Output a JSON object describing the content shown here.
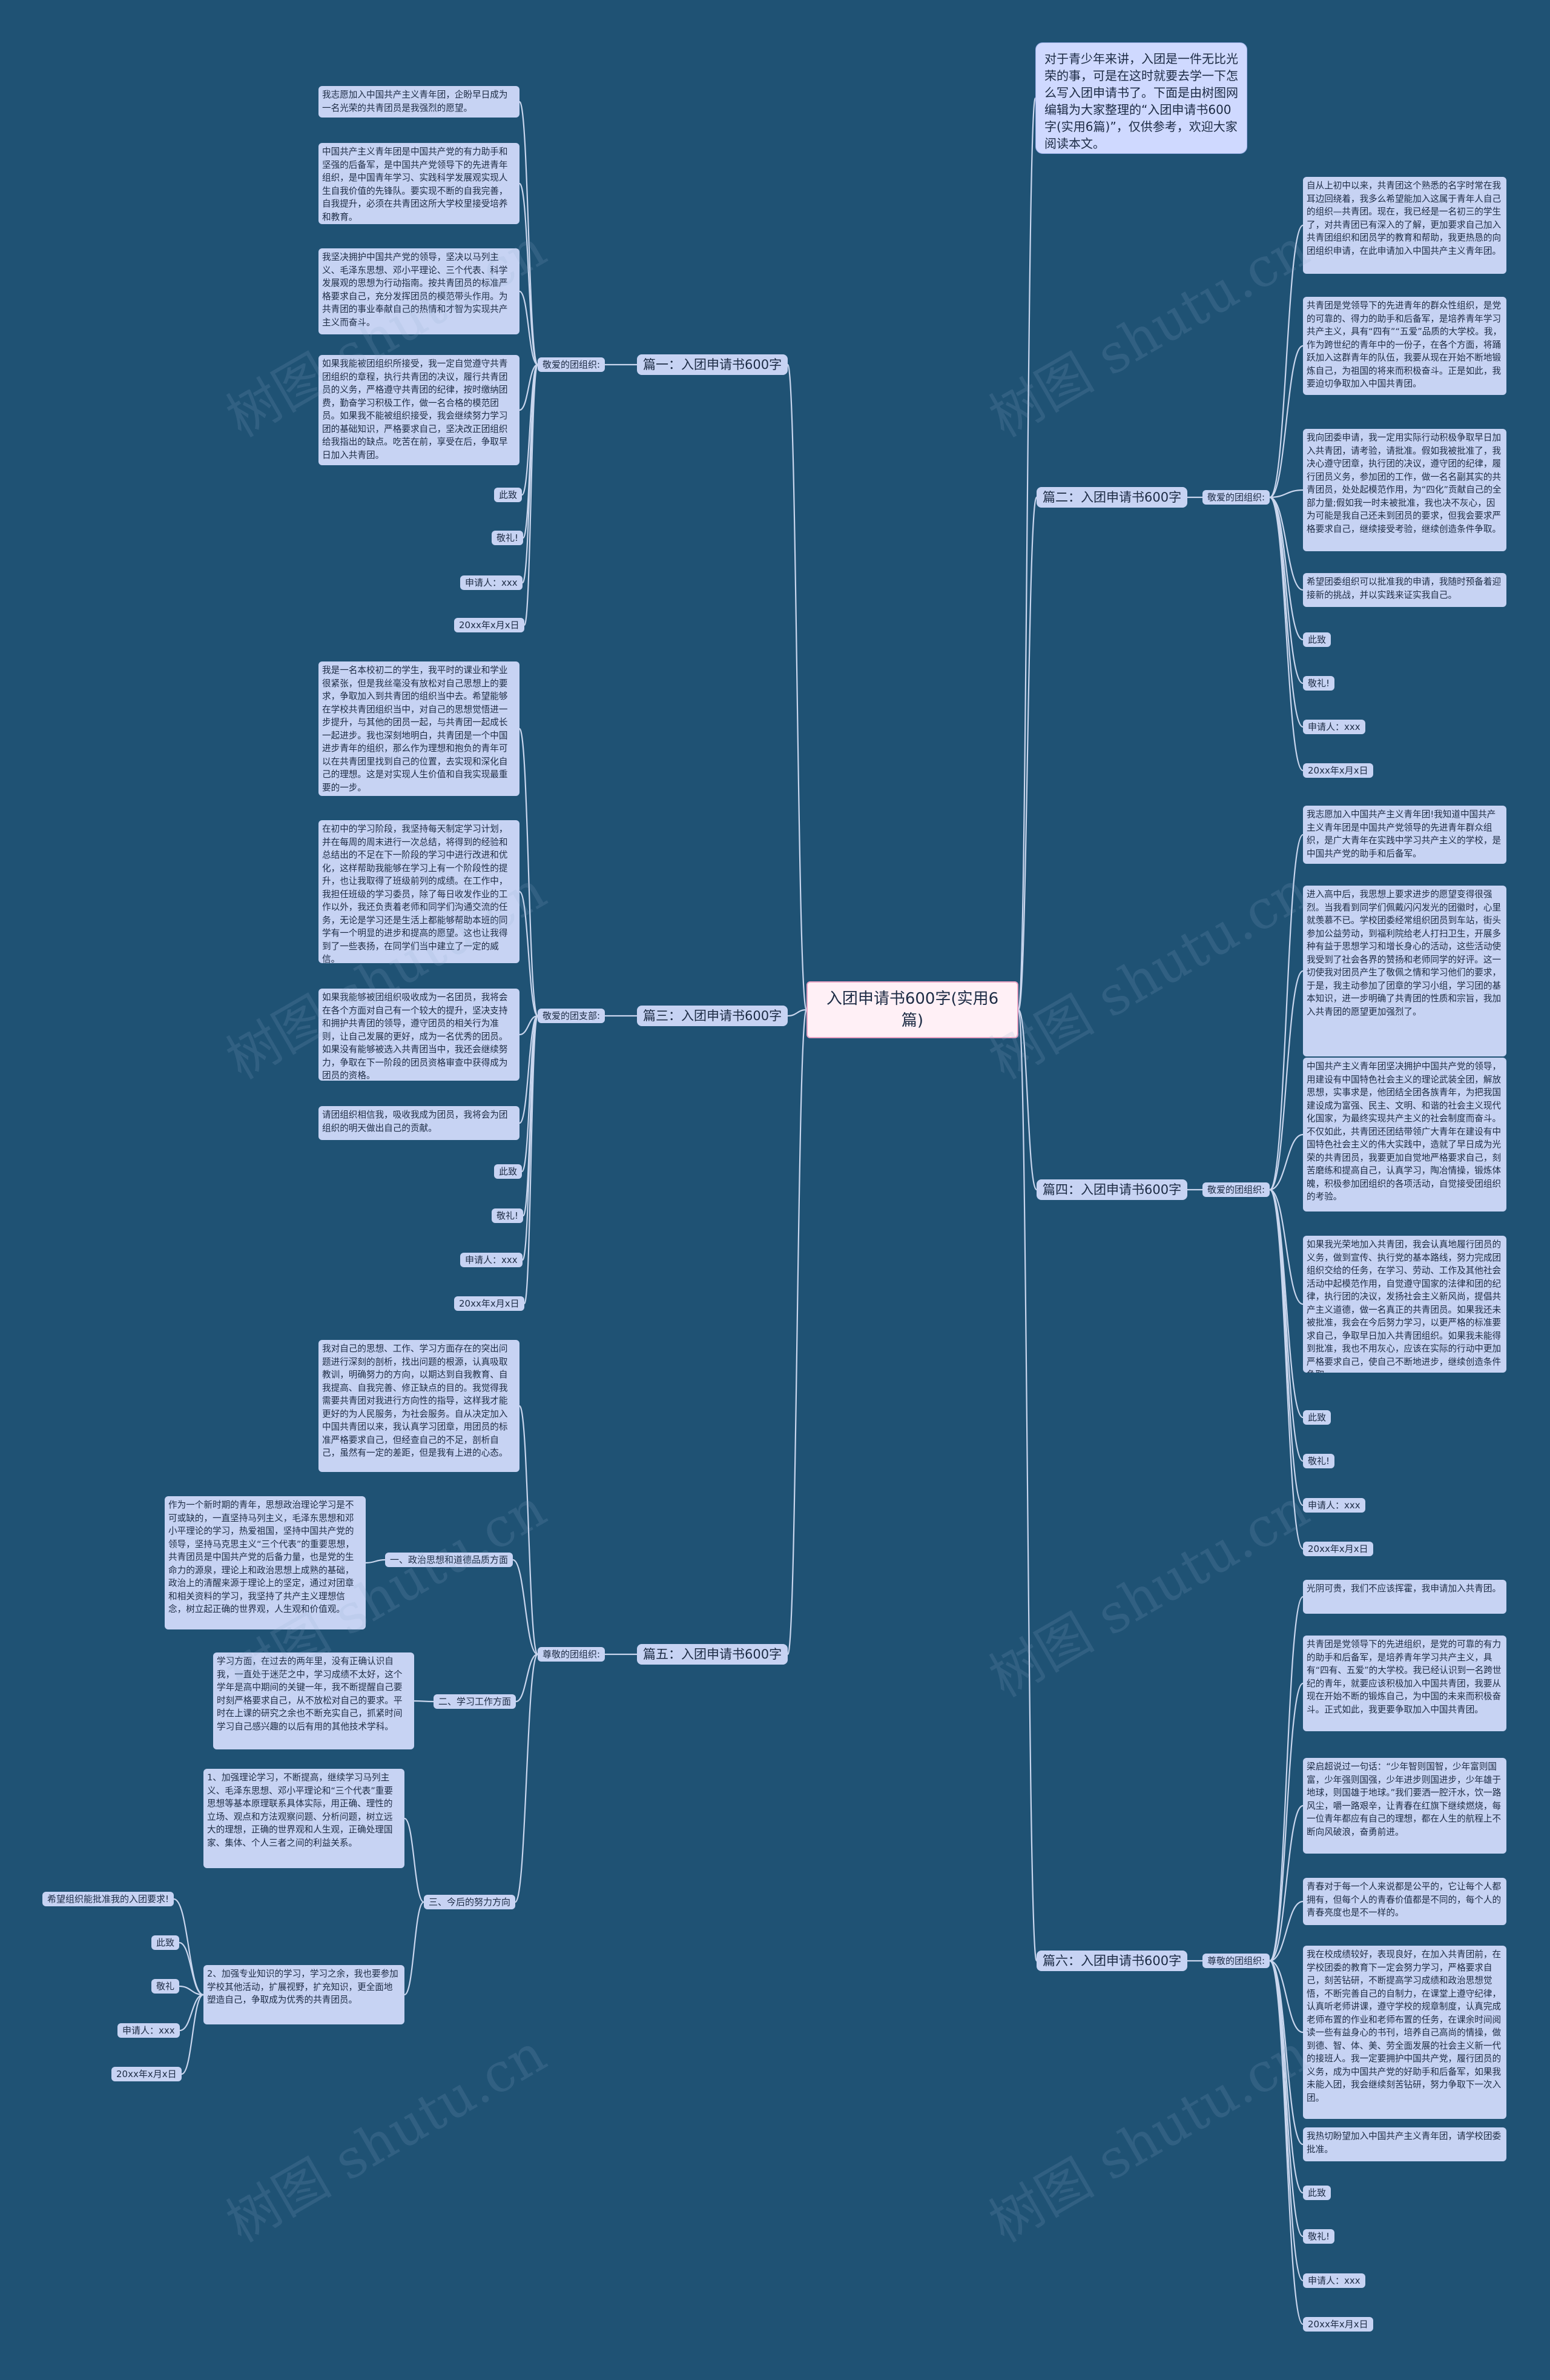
{
  "root": "入团申请书600字(实用6篇)",
  "intro": "对于青少年来讲，入团是一件无比光荣的事，可是在这时就要去学一下怎么写入团申请书了。下面是由树图网编辑为大家整理的“入团申请书600字(实用6篇)”，仅供参考，欢迎大家阅读本文。",
  "watermark": "树图 shutu.cn",
  "branches": [
    {
      "title": "篇一：入团申请书600字",
      "label": "敬爱的团组织:",
      "paragraphs": [
        "我志愿加入中国共产主义青年团，企盼早日成为一名光荣的共青团员是我强烈的愿望。",
        "中国共产主义青年团是中国共产党的有力助手和坚强的后备军，是中国共产党领导下的先进青年组织，是中国青年学习、实践科学发展观实现人生自我价值的先锋队。要实现不断的自我完善，自我提升，必须在共青团这所大学校里接受培养和教育。",
        "我坚决拥护中国共产党的领导，坚决以马列主义、毛泽东思想、邓小平理论、三个代表、科学发展观的思想为行动指南。按共青团员的标准严格要求自己，充分发挥团员的模范带头作用。为共青团的事业奉献自己的热情和才智为实现共产主义而奋斗。",
        "如果我能被团组织所接受，我一定自觉遵守共青团组织的章程，执行共青团的决议，履行共青团员的义务，严格遵守共青团的纪律，按时缴纳团费，勤奋学习积极工作，做一名合格的模范团员。如果我不能被组织接受，我会继续努力学习团的基础知识，严格要求自己，坚决改正团组织给我指出的缺点。吃苦在前，享受在后，争取早日加入共青团。"
      ],
      "closings": [
        "此致",
        "敬礼!",
        "申请人：xxx",
        "20xx年x月x日"
      ]
    },
    {
      "title": "篇三：入团申请书600字",
      "label": "敬爱的团支部:",
      "paragraphs": [
        "我是一名本校初二的学生，我平时的课业和学业很紧张，但是我丝毫没有放松对自己思想上的要求，争取加入到共青团的组织当中去。希望能够在学校共青团组织当中，对自己的思想觉悟进一步提升，与其他的团员一起，与共青团一起成长一起进步。我也深刻地明白，共青团是一个中国进步青年的组织，那么作为理想和抱负的青年可以在共青团里找到自己的位置，去实现和深化自己的理想。这是对实现人生价值和自我实现最重要的一步。",
        "在初中的学习阶段，我坚持每天制定学习计划，并在每周的周末进行一次总结，将得到的经验和总结出的不足在下一阶段的学习中进行改进和优化，这样帮助我能够在学习上有一个阶段性的提升，也让我取得了班级前列的成绩。在工作中，我担任班级的学习委员，除了每日收发作业的工作以外，我还负责着老师和同学们沟通交流的任务，无论是学习还是生活上都能够帮助本班的同学有一个明显的进步和提高的愿望。这也让我得到了一些表扬，在同学们当中建立了一定的威信。",
        "如果我能够被团组织吸收成为一名团员，我将会在各个方面对自己有一个较大的提升，坚决支持和拥护共青团的领导，遵守团员的相关行为准则，让自己发展的更好，成为一名优秀的团员。如果没有能够被选入共青团当中，我还会继续努力，争取在下一阶段的团员资格审查中获得成为团员的资格。",
        "请团组织相信我，吸收我成为团员，我将会为团组织的明天做出自己的贡献。"
      ],
      "closings": [
        "此致",
        "敬礼!",
        "申请人：xxx",
        "20xx年x月x日"
      ]
    },
    {
      "title": "篇五：入团申请书600字",
      "label": "尊敬的团组织:",
      "paragraphs": [
        "我对自己的思想、工作、学习方面存在的突出问题进行深刻的剖析，找出问题的根源，认真吸取教训，明确努力的方向，以期达到自我教育、自我提高、自我完善、修正缺点的目的。我觉得我需要共青团对我进行方向性的指导，这样我才能更好的为人民服务，为社会服务。自从决定加入中国共青团以来，我认真学习团章，用团员的标准严格要求自己，但经查自己的不足，剖析自己，虽然有一定的差距，但是我有上进的心态。"
      ],
      "sections": [
        {
          "title": "一、政治思想和道德品质方面",
          "text": "作为一个新时期的青年，思想政治理论学习是不可或缺的，一直坚持马列主义，毛泽东思想和邓小平理论的学习，热爱祖国，坚持中国共产党的领导，坚持马克思主义“三个代表”的重要思想，共青团员是中国共产党的后备力量，也是党的生命力的源泉，理论上和政治思想上成熟的基础，政治上的清醒来源于理论上的坚定，通过对团章和相关资料的学习，我坚持了共产主义理想信念，树立起正确的世界观，人生观和价值观。"
        },
        {
          "title": "二、学习工作方面",
          "text": "学习方面，在过去的两年里，没有正确认识自我，一直处于迷茫之中，学习成绩不太好，这个学年是高中期间的关键一年，我不断提醒自己要时刻严格要求自己，从不放松对自己的要求。平时在上课的研究之余也不断充实自己，抓紧时间学习自己感兴趣的以后有用的其他技术学科。"
        },
        {
          "title": "三、今后的努力方向",
          "items": [
            "1、加强理论学习，不断提高，继续学习马列主义、毛泽东思想、邓小平理论和“三个代表”重要思想等基本原理联系具体实际，用正确、理性的立场、观点和方法观察问题、分析问题，树立远大的理想，正确的世界观和人生观，正确处理国家、集体、个人三者之间的利益关系。",
            "2、加强专业知识的学习，学习之余，我也要参加学校其他活动，扩展视野，扩充知识，更全面地塑造自己，争取成为优秀的共青团员。"
          ],
          "closing_question": "希望组织能批准我的入团要求!",
          "closings": [
            "此致",
            "敬礼",
            "申请人：xxx",
            "20xx年x月x日"
          ]
        }
      ]
    },
    {
      "title": "篇二：入团申请书600字",
      "label": "敬爱的团组织:",
      "paragraphs": [
        "自从上初中以来，共青团这个熟悉的名字时常在我耳边回绕着，我多么希望能加入这属于青年人自己的组织—共青团。现在，我已经是一名初三的学生了，对共青团已有深入的了解，更加要求自己加入共青团组织和团员学的教育和帮助，我更热恳的向团组织申请，在此申请加入中国共产主义青年团。",
        "共青团是党领导下的先进青年的群众性组织，是党的可靠的、得力的助手和后备军，是培养青年学习共产主义，具有“四有”“五爱”品质的大学校。我，作为跨世纪的青年中的一份子，在各个方面，将踊跃加入这群青年的队伍，我要从现在开始不断地锻炼自己，为祖国的将来而积极奋斗。正是如此，我要迫切争取加入中国共青团。",
        "我向团委申请，我一定用实际行动积极争取早日加入共青团，请考验，请批准。假如我被批准了，我决心遵守团章，执行团的决议，遵守团的纪律，履行团员义务，参加团的工作，做一名名副其实的共青团员，处处起模范作用，为“四化”贡献自己的全部力量;假如我一时未被批准，我也决不灰心，因为可能是我自己还未到团员的要求，但我会要求严格要求自己，继续接受考验，继续创造条件争取。",
        "希望团委组织可以批准我的申请，我随时预备着迎接新的挑战，并以实践来证实我自己。"
      ],
      "closings": [
        "此致",
        "敬礼!",
        "申请人：xxx",
        "20xx年x月x日"
      ]
    },
    {
      "title": "篇四：入团申请书600字",
      "label": "敬爱的团组织:",
      "paragraphs": [
        "我志愿加入中国共产主义青年团!我知道中国共产主义青年团是中国共产党领导的先进青年群众组织，是广大青年在实践中学习共产主义的学校，是中国共产党的助手和后备军。",
        "进入高中后，我思想上要求进步的愿望变得很强烈。当我看到同学们佩戴闪闪发光的团徽时，心里就羡慕不已。学校团委经常组织团员到车站，街头参加公益劳动，到福利院给老人打扫卫生，开展多种有益于思想学习和增长身心的活动，这些活动使我受到了社会各界的赞扬和老师同学的好评。这一切使我对团员产生了敬佩之情和学习他们的要求，于是，我主动参加了团章的学习小组，学习团的基本知识，进一步明确了共青团的性质和宗旨，我加入共青团的愿望更加强烈了。",
        "中国共产主义青年团坚决拥护中国共产党的领导，用建设有中国特色社会主义的理论武装全团，解放思想，实事求是，他团结全团各族青年，为把我国建设成为富强、民主、文明、和谐的社会主义现代化国家，为最终实现共产主义的社会制度而奋斗。不仅如此，共青团还团结带领广大青年在建设有中国特色社会主义的伟大实践中，造就了早日成为光荣的共青团员，我要更加自觉地严格要求自己，刻苦磨练和提高自己，认真学习，陶冶情操，锻炼体魄，积极参加团组织的各项活动，自觉接受团组织的考验。",
        "如果我光荣地加入共青团，我会认真地履行团员的义务，做到宣传、执行党的基本路线，努力完成团组织交给的任务，在学习、劳动、工作及其他社会活动中起模范作用，自觉遵守国家的法律和团的纪律，执行团的决议，发扬社会主义新风尚，提倡共产主义道德，做一名真正的共青团员。如果我还未被批准，我会在今后努力学习，以更严格的标准要求自己，争取早日加入共青团组织。如果我未能得到批准，我也不用灰心，应该在实际的行动中更加严格要求自己，使自己不断地进步，继续创造条件争取。"
      ],
      "closings": [
        "此致",
        "敬礼!",
        "申请人：xxx",
        "20xx年x月x日"
      ]
    },
    {
      "title": "篇六：入团申请书600字",
      "label": "尊敬的团组织:",
      "paragraphs": [
        "光阴可贵，我们不应该挥霍，我申请加入共青团。",
        "共青团是党领导下的先进组织，是党的可靠的有力的助手和后备军，是培养青年学习共产主义，具有“四有、五爱”的大学校。我已经认识到一名跨世纪的青年，就要应该积极加入中国共青团，我要从现在开始不断的锻炼自己，为中国的未来而积极奋斗。正式如此，我更要争取加入中国共青团。",
        "梁启超说过一句话：“少年智则国智，少年富则国富，少年强则国强，少年进步则国进步，少年雄于地球，则国雄于地球。”我们要洒一腔汗水，饮一路风尘，嚼一路艰辛，让青春在红旗下继续燃烧，每一位青年都应有自己的理想，都在人生的航程上不断向风破浪，奋勇前进。",
        "青春对于每一个人来说都是公平的，它让每个人都拥有，但每个人的青春价值都是不同的，每个人的青春亮度也是不一样的。",
        "我在校成绩较好，表现良好，在加入共青团前，在学校团委的教育下一定会努力学习，严格要求自己，刻苦钻研，不断提高学习成绩和政治思想觉悟，不断完善自己的自制力，在课堂上遵守纪律，认真听老师讲课，遵守学校的规章制度，认真完成老师布置的作业和老师布置的任务，在课余时间阅读一些有益身心的书刊，培养自己高尚的情操，做到德、智、体、美、劳全面发展的社会主义新一代的接班人。我一定要拥护中国共产党，履行团员的义务，成为中国共产党的好助手和后备军，如果我未能入团，我会继续刻苦钻研，努力争取下一次入团。",
        "我热切盼望加入中国共产主义青年团，请学校团委批准。"
      ],
      "closings": [
        "此致",
        "敬礼!",
        "申请人：xxx",
        "20xx年x月x日"
      ]
    }
  ]
}
